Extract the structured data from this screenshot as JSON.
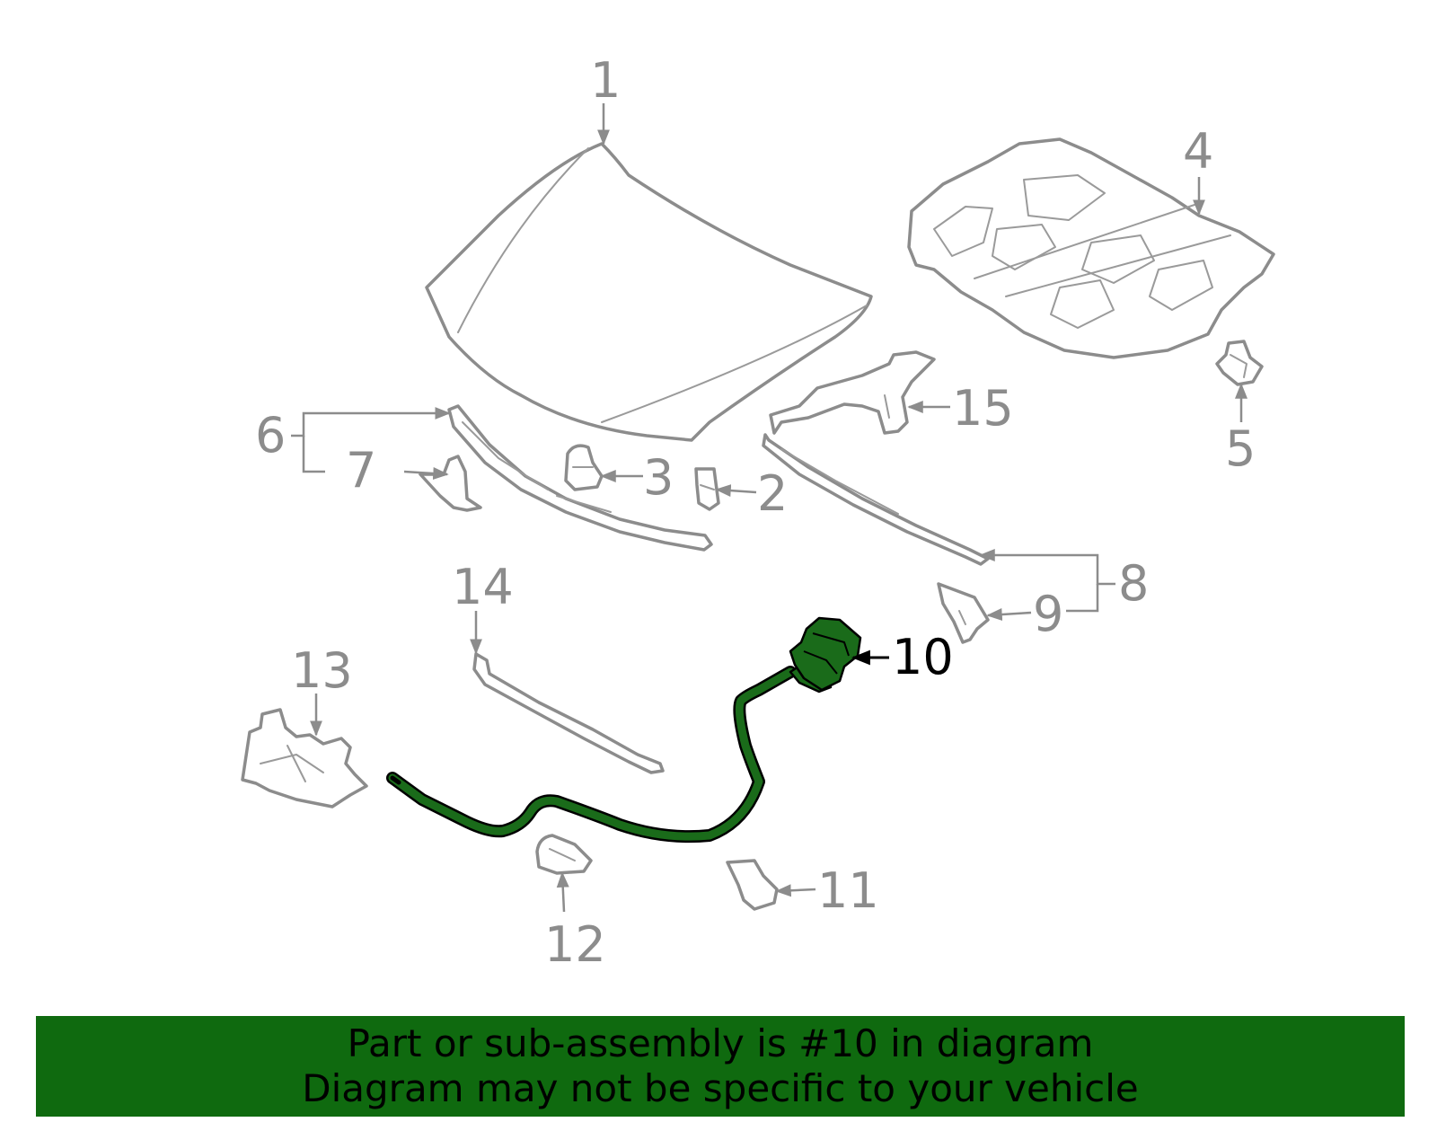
{
  "callouts": {
    "c1": "1",
    "c2": "2",
    "c3": "3",
    "c4": "4",
    "c5": "5",
    "c6": "6",
    "c7": "7",
    "c8": "8",
    "c9": "9",
    "c10": "10",
    "c11": "11",
    "c12": "12",
    "c13": "13",
    "c14": "14",
    "c15": "15"
  },
  "highlight": {
    "part": "10",
    "color": "#1a6b1a",
    "banner_color": "#0f6a0f"
  },
  "banner": {
    "line1": "Part or sub-assembly is #10 in diagram",
    "line2": "Diagram may not be specific to your vehicle"
  }
}
